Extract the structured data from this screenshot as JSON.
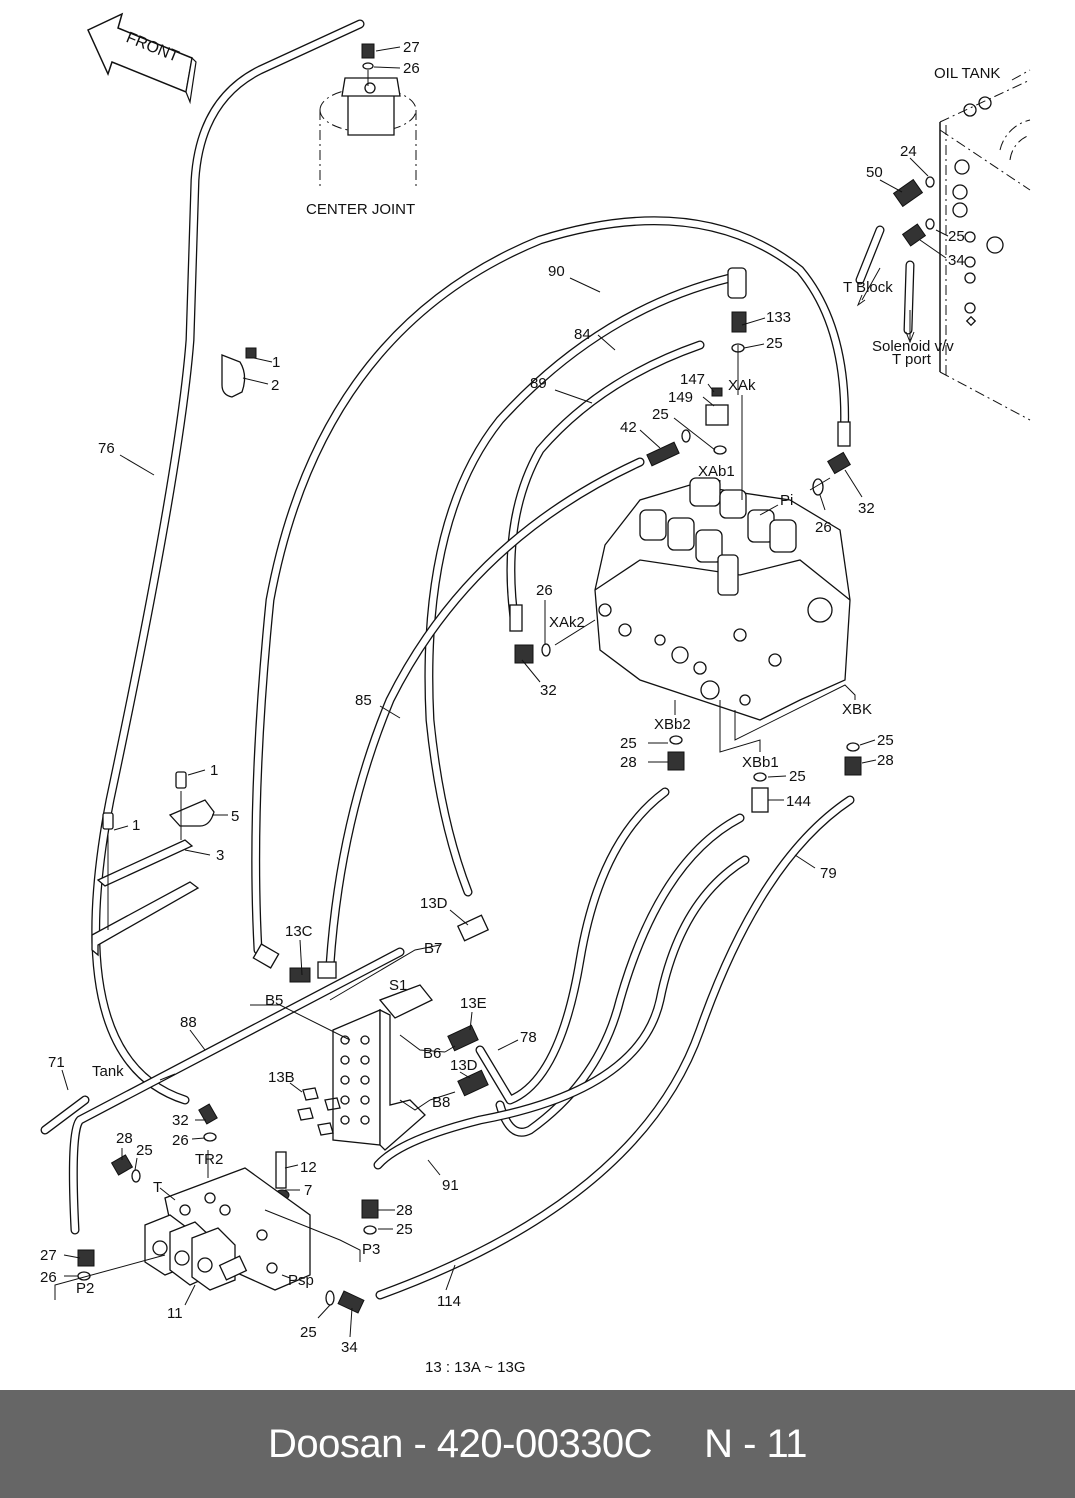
{
  "diagram": {
    "type": "exploded-parts-diagram",
    "subject": "Hydraulic pilot piping",
    "direction_arrow": "FRONT",
    "assemblies": {
      "center_joint": "CENTER JOINT",
      "oil_tank": "OIL TANK"
    },
    "routing_notes": {
      "t_block": "T Block",
      "solenoid_line1": "Solenoid v/v",
      "solenoid_line2": "T port",
      "tank": "Tank"
    },
    "ports": [
      "XAk",
      "XAb1",
      "Pi",
      "XAk2",
      "XBb2",
      "XBb1",
      "XBK",
      "B5",
      "B6",
      "B7",
      "B8",
      "S1",
      "TR2",
      "T",
      "P2",
      "P3",
      "Psp"
    ],
    "callouts": [
      {
        "id": "c27a",
        "label": "27"
      },
      {
        "id": "c26a",
        "label": "26"
      },
      {
        "id": "c24",
        "label": "24"
      },
      {
        "id": "c50",
        "label": "50"
      },
      {
        "id": "c25a",
        "label": "25"
      },
      {
        "id": "c34a",
        "label": "34"
      },
      {
        "id": "c90",
        "label": "90"
      },
      {
        "id": "c84",
        "label": "84"
      },
      {
        "id": "c89",
        "label": "89"
      },
      {
        "id": "c133",
        "label": "133"
      },
      {
        "id": "c25b",
        "label": "25"
      },
      {
        "id": "c147",
        "label": "147"
      },
      {
        "id": "c149",
        "label": "149"
      },
      {
        "id": "c25c",
        "label": "25"
      },
      {
        "id": "c42",
        "label": "42"
      },
      {
        "id": "c32a",
        "label": "32"
      },
      {
        "id": "c26b",
        "label": "26"
      },
      {
        "id": "c1a",
        "label": "1"
      },
      {
        "id": "c2",
        "label": "2"
      },
      {
        "id": "c76",
        "label": "76"
      },
      {
        "id": "c26c",
        "label": "26"
      },
      {
        "id": "c32b",
        "label": "32"
      },
      {
        "id": "c85",
        "label": "85"
      },
      {
        "id": "c25d",
        "label": "25"
      },
      {
        "id": "c28a",
        "label": "28"
      },
      {
        "id": "c25e",
        "label": "25"
      },
      {
        "id": "c144",
        "label": "144"
      },
      {
        "id": "c25f",
        "label": "25"
      },
      {
        "id": "c28b",
        "label": "28"
      },
      {
        "id": "c79",
        "label": "79"
      },
      {
        "id": "c1b",
        "label": "1"
      },
      {
        "id": "c5",
        "label": "5"
      },
      {
        "id": "c1c",
        "label": "1"
      },
      {
        "id": "c3",
        "label": "3"
      },
      {
        "id": "c13D_a",
        "label": "13D"
      },
      {
        "id": "c13C",
        "label": "13C"
      },
      {
        "id": "c13E",
        "label": "13E"
      },
      {
        "id": "c78",
        "label": "78"
      },
      {
        "id": "c13D_b",
        "label": "13D"
      },
      {
        "id": "c88",
        "label": "88"
      },
      {
        "id": "c13B",
        "label": "13B"
      },
      {
        "id": "c71",
        "label": "71"
      },
      {
        "id": "c32c",
        "label": "32"
      },
      {
        "id": "c26d",
        "label": "26"
      },
      {
        "id": "c28c",
        "label": "28"
      },
      {
        "id": "c25g",
        "label": "25"
      },
      {
        "id": "c12",
        "label": "12"
      },
      {
        "id": "c7",
        "label": "7"
      },
      {
        "id": "c91",
        "label": "91"
      },
      {
        "id": "c28d",
        "label": "28"
      },
      {
        "id": "c25h",
        "label": "25"
      },
      {
        "id": "c27b",
        "label": "27"
      },
      {
        "id": "c26e",
        "label": "26"
      },
      {
        "id": "c11",
        "label": "11"
      },
      {
        "id": "c25i",
        "label": "25"
      },
      {
        "id": "c34b",
        "label": "34"
      },
      {
        "id": "c114",
        "label": "114"
      }
    ],
    "note": "13 : 13A ~ 13G"
  },
  "footer": {
    "brand": "Doosan",
    "separator": "-",
    "part_number": "420-00330C",
    "page_label": "N - 11"
  }
}
